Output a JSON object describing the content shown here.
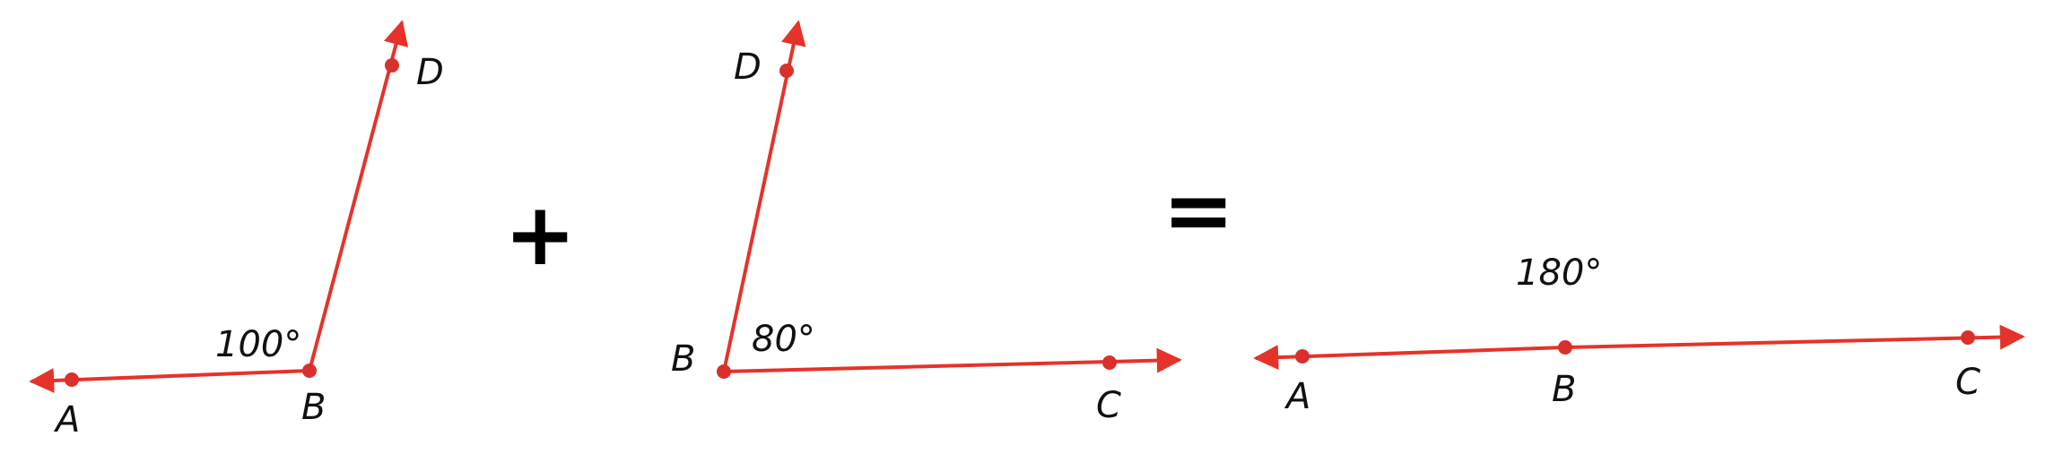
{
  "colors": {
    "ray": "#e5332a",
    "point": "#d9302b",
    "text": "#111111",
    "operator": "#000000"
  },
  "panel1": {
    "points": {
      "a": "A",
      "b": "B",
      "d": "D"
    },
    "angle_label": "100°"
  },
  "operators": {
    "plus": "+",
    "equals": "="
  },
  "panel2": {
    "points": {
      "b": "B",
      "c": "C",
      "d": "D"
    },
    "angle_label": "80°"
  },
  "panel3": {
    "points": {
      "a": "A",
      "b": "B",
      "c": "C"
    },
    "angle_label": "180°"
  }
}
